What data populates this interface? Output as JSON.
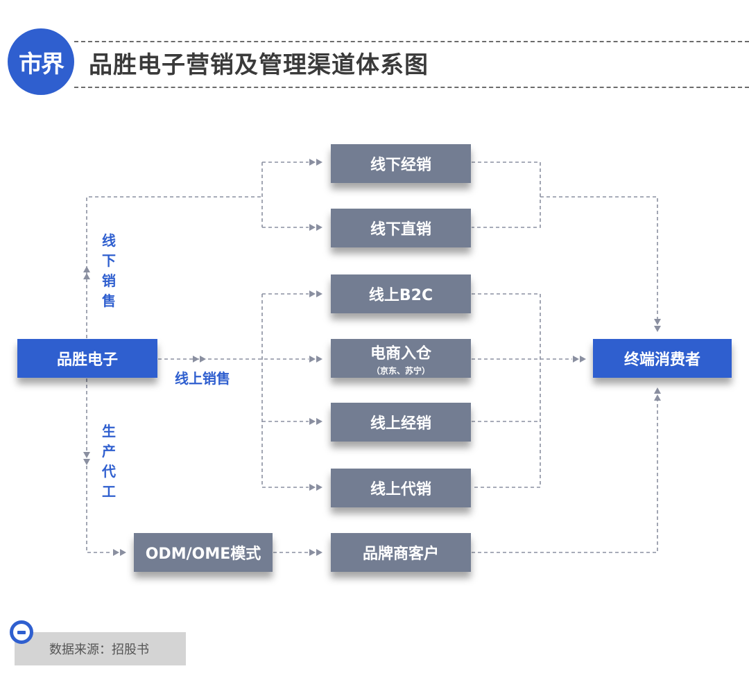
{
  "header": {
    "logo_text": "市界",
    "title": "品胜电子营销及管理渠道体系图"
  },
  "nodes": {
    "company": "品胜电子",
    "offline_distribution": "线下经销",
    "offline_direct": "线下直销",
    "online_b2c": "线上B2C",
    "ecommerce_warehouse": "电商入仓",
    "ecommerce_warehouse_note": "（京东、苏宁）",
    "online_distribution": "线上经销",
    "online_consignment": "线上代销",
    "odm_mode": "ODM/OME模式",
    "brand_clients": "品牌商客户",
    "consumers": "终端消费者"
  },
  "edge_labels": {
    "offline_sales": "线下销售",
    "online_sales": "线上销售",
    "oem_production": "生产代工"
  },
  "footer": {
    "source": "数据来源：招股书"
  },
  "colors": {
    "accent_blue": "#2f5fcf",
    "node_gray": "#737d92",
    "connector": "#8a8fa0"
  }
}
